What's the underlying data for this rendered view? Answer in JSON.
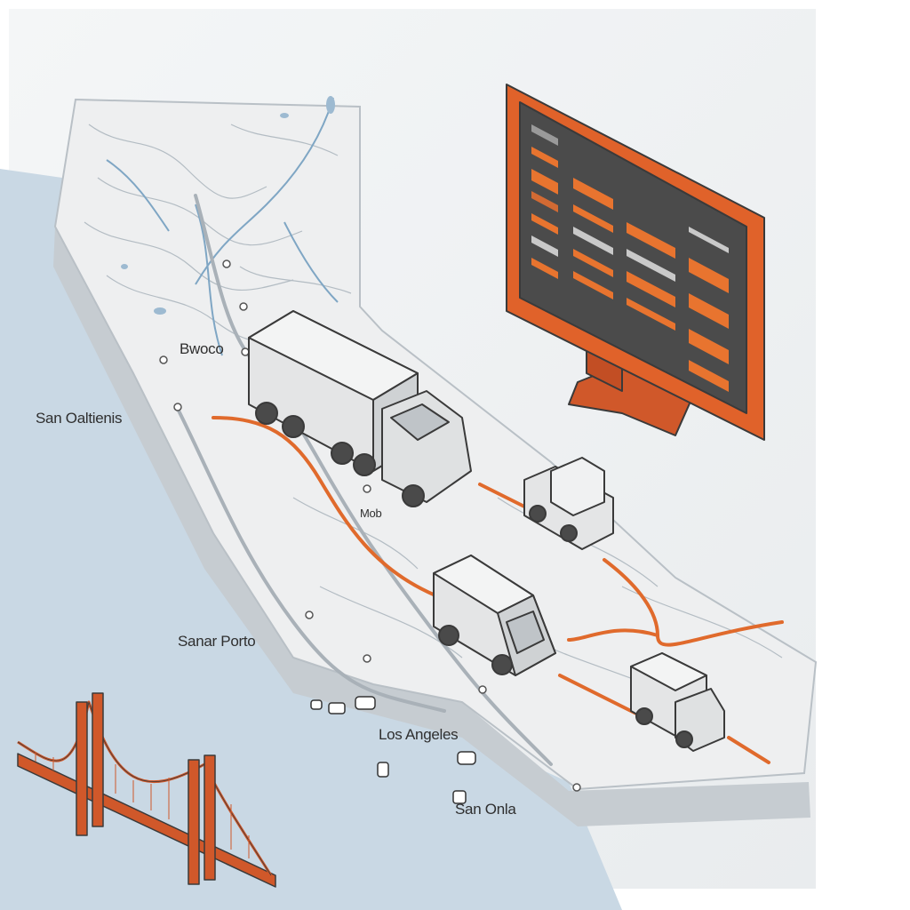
{
  "scene": {
    "labels": {
      "city_1": "Bwoco",
      "city_2": "San Oaltienis",
      "city_3": "Mob",
      "city_4": "Sanar Porto",
      "city_5": "Los Angeles",
      "city_6": "San Onla"
    },
    "colors": {
      "ocean": "#c9d8e4",
      "land": "#eeeff0",
      "land_edge": "#cfd3d6",
      "terrain_lines": "#aab4bc",
      "rivers": "#7fa6c4",
      "route": "#e06a2c",
      "monitor_frame": "#e0622a",
      "monitor_screen": "#4b4b4b",
      "bridge": "#d0582a",
      "truck_body": "#e4e5e6",
      "truck_outline": "#3a3a3a"
    },
    "icons": {
      "bridge": "suspension-bridge-icon",
      "monitor": "dashboard-monitor-icon",
      "semi_truck": "semi-truck-icon",
      "pickup_truck": "pickup-truck-icon",
      "delivery_van": "delivery-van-icon",
      "box_truck": "box-truck-icon"
    }
  }
}
